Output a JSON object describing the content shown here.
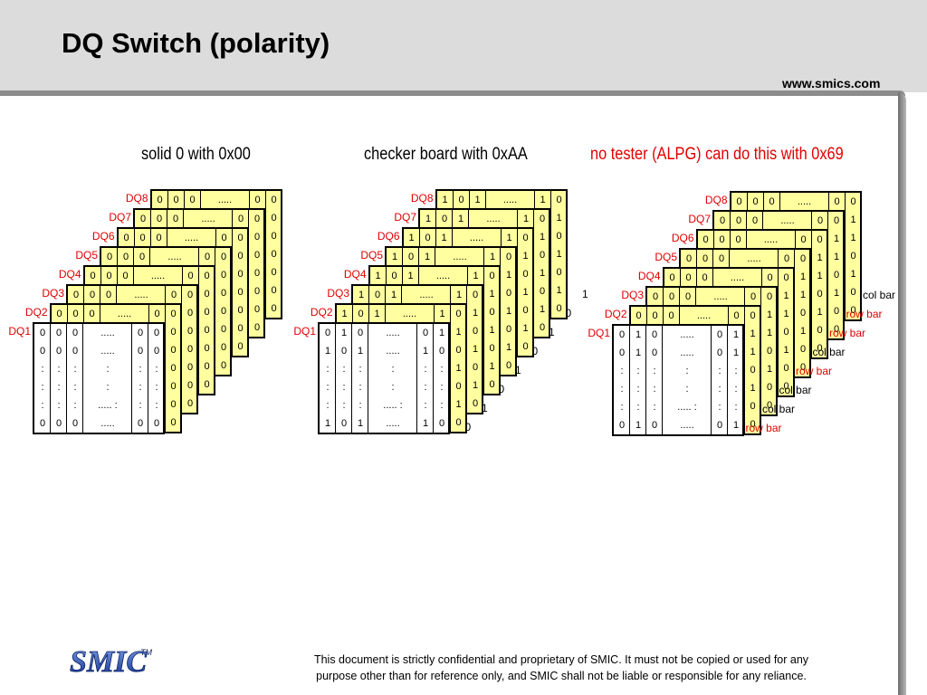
{
  "title": "DQ Switch (polarity)",
  "site_url": "www.smics.com",
  "logo": {
    "text": "SMIC",
    "tm": "TM",
    "color": "#1a3fa8"
  },
  "footer": {
    "line1": "This document is strictly confidential and proprietary of SMIC. It must not be copied or used for any",
    "line2": "purpose other than for reference only, and SMIC shall not be liable or responsible for any reliance."
  },
  "colors": {
    "plane_fill": "#ffffa0",
    "dq_label": "#e00000",
    "accent_red": "#e00000"
  },
  "diagrams": [
    {
      "id": "solid",
      "heading": "solid 0 with 0x00",
      "heading_color": "#000000",
      "dq_labels": [
        "DQ8",
        "DQ7",
        "DQ6",
        "DQ5",
        "DQ4",
        "DQ3",
        "DQ2",
        "DQ1"
      ],
      "back_rows": [
        [
          "0",
          "0",
          "0",
          ".....",
          "0",
          "0"
        ],
        [
          "0",
          "0",
          "0",
          ".....",
          "0",
          "0"
        ],
        [
          "0",
          "0",
          "0",
          ".....",
          "0",
          "0"
        ],
        [
          "0",
          "0",
          "0",
          ".....",
          "0",
          "0"
        ],
        [
          "0",
          "0",
          "0",
          ".....",
          "0",
          "0"
        ],
        [
          "0",
          "0",
          "0",
          ".....",
          "0",
          "0"
        ],
        [
          "0",
          "0",
          "0",
          ".....",
          "0",
          "0"
        ]
      ],
      "front_rows": [
        [
          "0",
          "0",
          "0",
          ".....",
          "0",
          "0"
        ],
        [
          "0",
          "0",
          "0",
          ".....",
          "0",
          "0"
        ],
        [
          ":",
          ":",
          ":",
          ":",
          ":",
          ":"
        ],
        [
          ":",
          ":",
          ":",
          ":",
          ":",
          ":"
        ],
        [
          ":",
          ":",
          ":",
          ".....  :",
          ":",
          ":"
        ],
        [
          "0",
          "0",
          "0",
          ".....",
          "0",
          "0"
        ]
      ],
      "right_bits": [],
      "bar_labels": []
    },
    {
      "id": "checker",
      "heading": "checker board with 0xAA",
      "heading_color": "#000000",
      "dq_labels": [
        "DQ8",
        "DQ7",
        "DQ6",
        "DQ5",
        "DQ4",
        "DQ3",
        "DQ2",
        "DQ1"
      ],
      "back_rows": [
        [
          "1",
          "0",
          "1",
          ".....",
          "1",
          "0"
        ],
        [
          "0",
          "1",
          "0",
          ".....",
          "0",
          "1"
        ],
        [
          "1",
          "0",
          "1",
          ".....",
          "1",
          "0"
        ],
        [
          "0",
          "1",
          "0",
          ".....",
          "0",
          "1"
        ],
        [
          "1",
          "0",
          "1",
          ".....",
          "1",
          "0"
        ],
        [
          "0",
          "1",
          "0",
          ".....",
          "0",
          "1"
        ],
        [
          "1",
          "0",
          "1",
          ".....",
          "1",
          "0"
        ]
      ],
      "front_rows": [
        [
          "0",
          "1",
          "0",
          ".....",
          "0",
          "1"
        ],
        [
          "1",
          "0",
          "1",
          ".....",
          "1",
          "0"
        ],
        [
          ":",
          ":",
          ":",
          ":",
          ":",
          ":"
        ],
        [
          ":",
          ":",
          ":",
          ":",
          ":",
          ":"
        ],
        [
          ":",
          ":",
          ":",
          ".....  :",
          ":",
          ":"
        ],
        [
          "1",
          "0",
          "1",
          ".....",
          "1",
          "0"
        ]
      ],
      "right_bits": [
        "1",
        "0",
        "1",
        "0",
        "1",
        "0",
        "1",
        "0"
      ],
      "bar_labels": []
    },
    {
      "id": "alpg",
      "heading": "no tester (ALPG) can do this with 0x69",
      "heading_color": "#e00000",
      "dq_labels": [
        "DQ8",
        "DQ7",
        "DQ6",
        "DQ5",
        "DQ4",
        "DQ3",
        "DQ2",
        "DQ1"
      ],
      "back_rows": [
        [
          "0",
          "0",
          "0",
          ".....",
          "0",
          "0"
        ],
        [
          "0",
          "1",
          "0",
          ".....",
          "0",
          "1"
        ],
        [
          "0",
          "1",
          "0",
          ".....",
          "0",
          "1"
        ],
        [
          "0",
          "0",
          "0",
          ".....",
          "0",
          "0"
        ],
        [
          "0",
          "1",
          "0",
          ".....",
          "0",
          "1"
        ],
        [
          "0",
          "0",
          "0",
          ".....",
          "0",
          "0"
        ],
        [
          "0",
          "0",
          "0",
          ".....",
          "0",
          "0"
        ]
      ],
      "front_rows": [
        [
          "0",
          "1",
          "0",
          ".....",
          "0",
          "1"
        ],
        [
          "0",
          "1",
          "0",
          ".....",
          "0",
          "1"
        ],
        [
          ":",
          ":",
          ":",
          ":",
          ":",
          ":"
        ],
        [
          ":",
          ":",
          ":",
          ":",
          ":",
          ":"
        ],
        [
          ":",
          ":",
          ":",
          ".....  :",
          ":",
          ":"
        ],
        [
          "0",
          "1",
          "0",
          ".....",
          "0",
          "1"
        ]
      ],
      "right_bits": [],
      "bar_labels": [
        {
          "text": "col bar",
          "color": "#000000"
        },
        {
          "text": "row bar",
          "color": "#e00000"
        },
        {
          "text": "row bar",
          "color": "#e00000"
        },
        {
          "text": "col bar",
          "color": "#000000"
        },
        {
          "text": "row bar",
          "color": "#e00000"
        },
        {
          "text": "col bar",
          "color": "#000000"
        },
        {
          "text": "col bar",
          "color": "#000000"
        },
        {
          "text": "row bar",
          "color": "#e00000"
        }
      ]
    }
  ]
}
